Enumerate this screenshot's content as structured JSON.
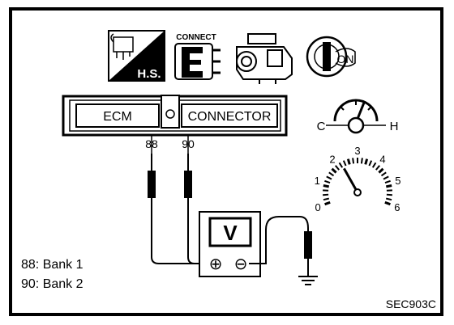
{
  "icons": {
    "hot_start_badge": "H.S.",
    "connect_label": "CONNECT",
    "ignition_label": "ON",
    "names": [
      "hot-start-icon",
      "connect-icon",
      "engine-icon",
      "ignition-key-icon"
    ]
  },
  "connector": {
    "left_label": "ECM",
    "right_label": "CONNECTOR",
    "pin_a": "88",
    "pin_b": "90"
  },
  "temperature": {
    "cold_label": "C",
    "hot_label": "H"
  },
  "voltmeter": {
    "label": "V",
    "plus": "⊕",
    "minus": "⊖",
    "scale": [
      "0",
      "1",
      "2",
      "3",
      "4",
      "5",
      "6"
    ],
    "needle_value": 2.2
  },
  "legend": {
    "line1": "88: Bank 1",
    "line2": "90: Bank 2"
  },
  "code": "SEC903C"
}
